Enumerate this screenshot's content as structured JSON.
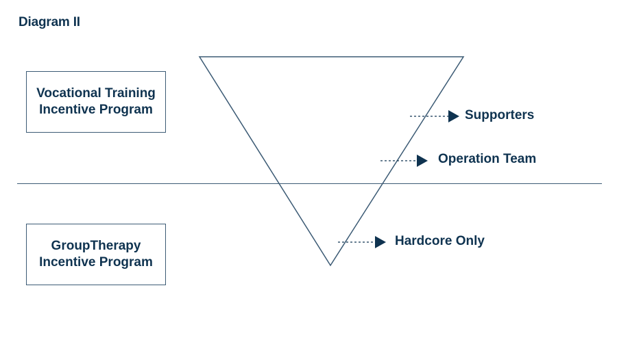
{
  "title": "Diagram II",
  "programs": {
    "top": {
      "line1": "Vocational Training",
      "line2": "Incentive Program"
    },
    "bottom": {
      "line1": "GroupTherapy",
      "line2": "Incentive Program"
    }
  },
  "levels": [
    {
      "label": "Supporters"
    },
    {
      "label": "Operation Team"
    },
    {
      "label": "Hardcore Only"
    }
  ],
  "colors": {
    "text": "#0f3350",
    "lines": "#3b5a74"
  }
}
